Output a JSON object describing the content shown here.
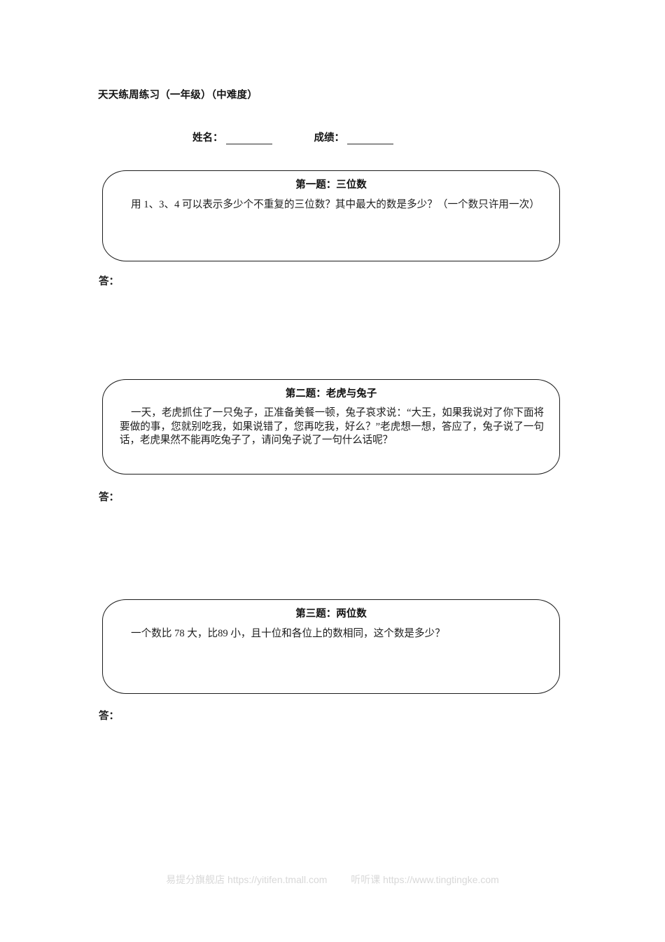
{
  "document": {
    "title": "天天练周练习（一年级）（中难度）",
    "name_field": {
      "label": "姓名：",
      "value": ""
    },
    "score_field": {
      "label": "成绩：",
      "value": ""
    }
  },
  "problems": [
    {
      "id": "problem-1",
      "title": "第一题：三位数",
      "text": "用 1、3、4 可以表示多少个不重复的三位数？其中最大的数是多少？（一个数只许用一次）",
      "answer_label": "答：",
      "answer_value": ""
    },
    {
      "id": "problem-2",
      "title": "第二题：老虎与兔子",
      "text": "一天，老虎抓住了一只兔子，正准备美餐一顿，兔子哀求说：“大王，如果我说对了你下面将要做的事，您就别吃我，如果说错了，您再吃我，好么？”老虎想一想，答应了，兔子说了一句话，老虎果然不能再吃兔子了，请问兔子说了一句什么话呢？",
      "answer_label": "答：",
      "answer_value": ""
    },
    {
      "id": "problem-3",
      "title": "第三题：两位数",
      "text": "一个数比 78 大，比89 小，且十位和各位上的数相同，这个数是多少？",
      "answer_label": "答：",
      "answer_value": ""
    }
  ],
  "footer": {
    "shop_name": "易提分旗舰店",
    "shop_url": "https://yitifen.tmall.com",
    "site_name": "听听课",
    "site_url": "https://www.tingtingke.com"
  },
  "colors": {
    "page_background": "#ffffff",
    "text": "#1a1a1a",
    "box_border": "#1c1c1c",
    "watermark": "#d8d8d8"
  }
}
